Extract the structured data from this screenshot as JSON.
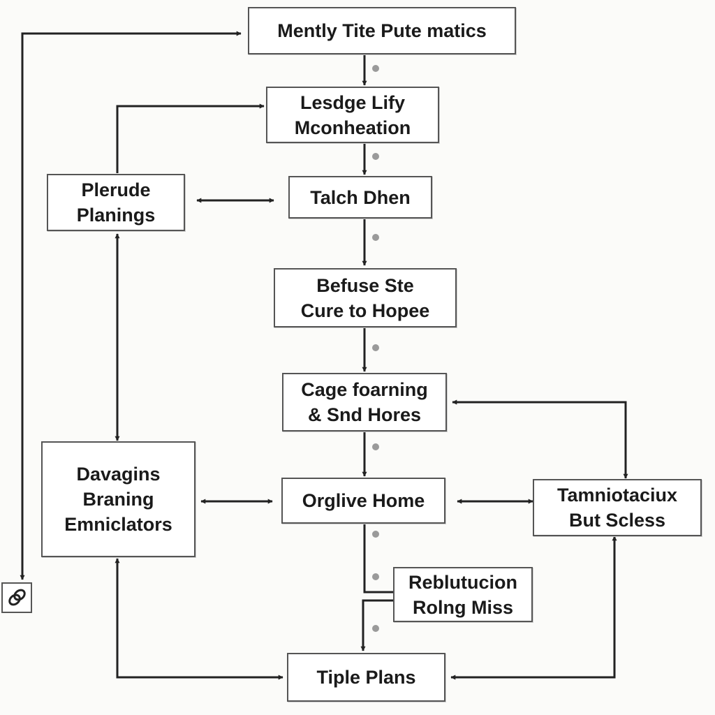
{
  "colors": {
    "stroke": "#222222",
    "border": "#555555",
    "dot": "#9a9a9a",
    "background": "#fbfbf9"
  },
  "nodes": {
    "mently": "Mently Tite Pute matics",
    "lesdge": "Lesdge Lify\nMconheation",
    "plerude": "Plerude\nPlanings",
    "talch": "Talch Dhen",
    "befuse": "Befuse Ste\nCure to Hopee",
    "cage": "Cage foarning\n& Snd Hores",
    "davagins": "Davagins\nBraning\nEmniclators",
    "orglive": "Orglive Home",
    "tamniotaciux": "Tamniotaciux\nBut Scless",
    "reblutucion": "Reblutucion\nRolng Miss",
    "tiple": "Tiple Plans"
  },
  "icons": {
    "corner": "link-icon"
  }
}
